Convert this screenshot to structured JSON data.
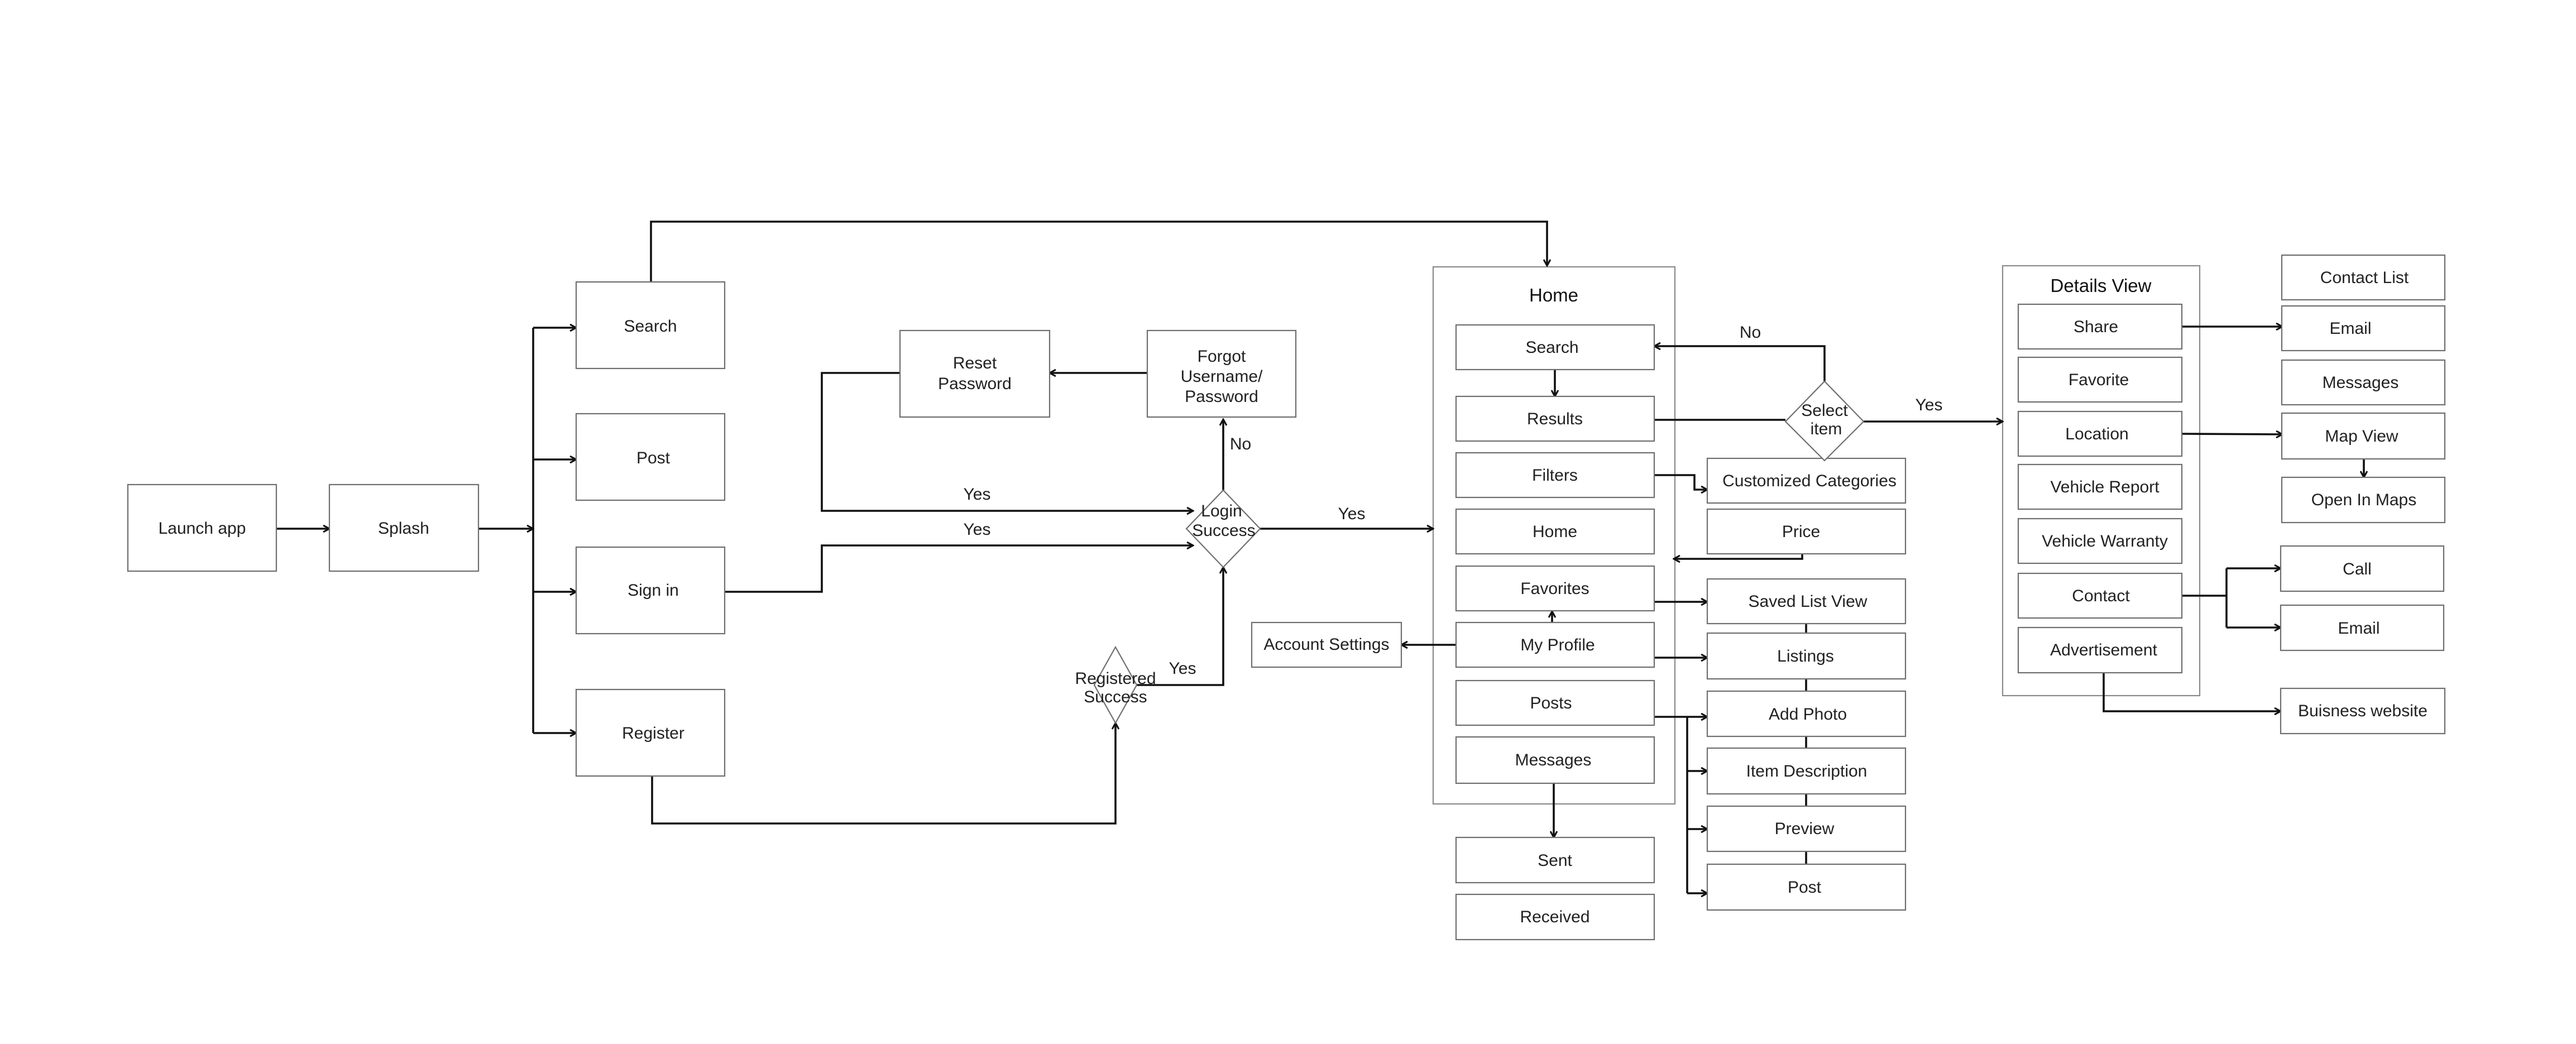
{
  "diagram": {
    "nodes": {
      "launch_app": "Launch app",
      "splash": "Splash",
      "search": "Search",
      "post": "Post",
      "sign_in": "Sign in",
      "register": "Register",
      "reset_password": [
        "Reset",
        "Password"
      ],
      "forgot_password": [
        "Forgot",
        "Username/",
        "Password"
      ],
      "login_success": [
        "Login",
        "Success"
      ],
      "registered_success": [
        "Registered",
        "Success"
      ],
      "account_settings": "Account Settings",
      "home_group_title": "Home",
      "home_search": "Search",
      "home_results": "Results",
      "home_filters": "Filters",
      "home_home": "Home",
      "home_favorites": "Favorites",
      "home_my_profile": "My Profile",
      "home_posts": "Posts",
      "home_messages": "Messages",
      "sent": "Sent",
      "received": "Received",
      "customized_categories": "Customized Categories",
      "price": "Price",
      "saved_list_view": "Saved List View",
      "listings": "Listings",
      "add_photo": "Add Photo",
      "item_description": "Item Description",
      "preview": "Preview",
      "post_action": "Post",
      "select_item": [
        "Select",
        "item"
      ],
      "details_group_title": "Details View",
      "share": "Share",
      "favorite": "Favorite",
      "location": "Location",
      "vehicle_report": "Vehicle Report",
      "vehicle_warranty": "Vehicle Warranty",
      "contact": "Contact",
      "advertisement": "Advertisement",
      "contact_list": "Contact List",
      "email_share": "Email",
      "messages_share": "Messages",
      "map_view": "Map View",
      "open_in_maps": "Open In Maps",
      "call": "Call",
      "email_contact": "Email",
      "business_website": "Buisness website"
    },
    "edge_labels": {
      "forgot_to_login": "No",
      "reset_to_login": "Yes",
      "signin_to_login": "Yes",
      "login_to_home": "Yes",
      "registered_to_login": "Yes",
      "select_no": "No",
      "select_yes": "Yes"
    }
  }
}
